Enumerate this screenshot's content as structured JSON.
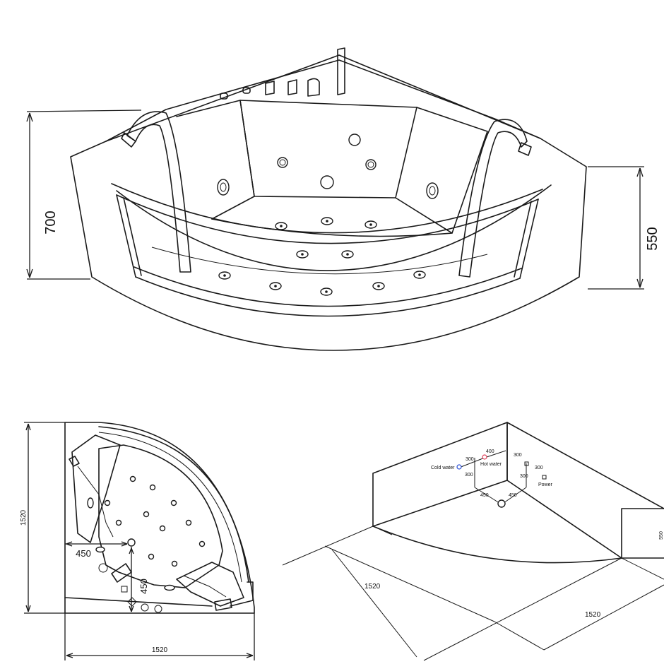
{
  "diagram": {
    "perspective_view": {
      "height_left": "700",
      "height_right": "550"
    },
    "plan_view": {
      "width": "1520",
      "depth": "1520",
      "drain_offset_x": "450",
      "drain_offset_y": "450"
    },
    "installation_view": {
      "cold_water": "Cold water",
      "hot_water": "Hot water",
      "power": "Power",
      "dim_cold_hot": "400",
      "dim_cold_height": "300",
      "dim_cold_side": "300",
      "dim_hot_power": "300",
      "dim_power_height": "300",
      "dim_power_side": "300",
      "dim_drain_left": "450",
      "dim_drain_right": "450",
      "floor_left": "1520",
      "floor_right": "1520",
      "wall_height": "550"
    }
  }
}
